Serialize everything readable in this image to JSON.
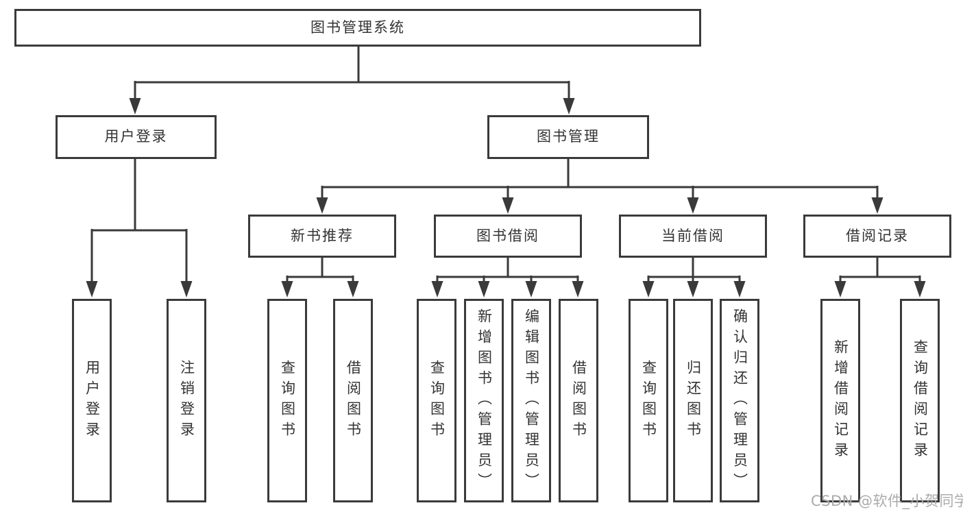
{
  "diagram": {
    "type": "hierarchy-tree",
    "title": "图书管理系统",
    "tree": {
      "label": "图书管理系统",
      "children": [
        {
          "label": "用户登录",
          "children": [
            {
              "label": "用户登录"
            },
            {
              "label": "注销登录"
            }
          ]
        },
        {
          "label": "图书管理",
          "children": [
            {
              "label": "新书推荐",
              "children": [
                {
                  "label": "查询图书"
                },
                {
                  "label": "借阅图书"
                }
              ]
            },
            {
              "label": "图书借阅",
              "children": [
                {
                  "label": "查询图书"
                },
                {
                  "label": "新增图书（管理员）"
                },
                {
                  "label": "编辑图书（管理员）"
                },
                {
                  "label": "借阅图书"
                }
              ]
            },
            {
              "label": "当前借阅",
              "children": [
                {
                  "label": "查询图书"
                },
                {
                  "label": "归还图书"
                },
                {
                  "label": "确认归还（管理员）"
                }
              ]
            },
            {
              "label": "借阅记录",
              "children": [
                {
                  "label": "新增借阅记录"
                },
                {
                  "label": "查询借阅记录"
                }
              ]
            }
          ]
        }
      ]
    }
  },
  "watermark": {
    "text": "CSDN @软件_小贺同学",
    "color": "#ababab"
  },
  "colors": {
    "line": "#3a3a3a",
    "box_border": "#3a3a3a",
    "text": "#333333",
    "background": "#ffffff"
  }
}
